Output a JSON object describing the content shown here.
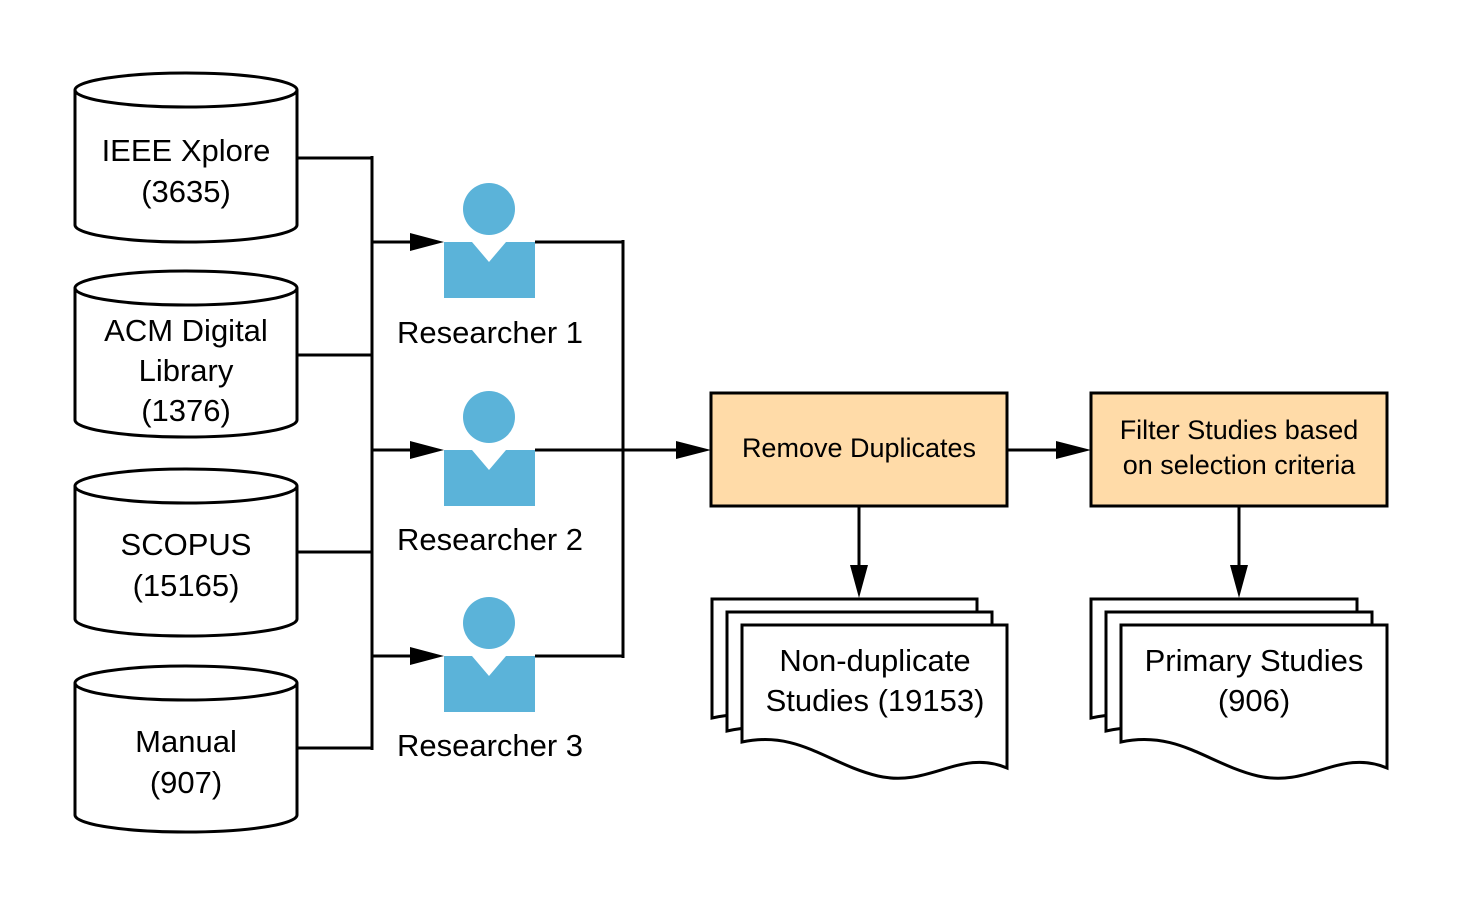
{
  "databases": [
    {
      "line1": "IEEE Xplore",
      "line2": "(3635)"
    },
    {
      "line1": "ACM Digital",
      "line2": "Library",
      "line3": "(1376)"
    },
    {
      "line1": "SCOPUS",
      "line2": "(15165)"
    },
    {
      "line1": "Manual",
      "line2": "(907)"
    }
  ],
  "researchers": [
    {
      "label": "Researcher 1",
      "icon": "person-icon"
    },
    {
      "label": "Researcher 2",
      "icon": "person-icon"
    },
    {
      "label": "Researcher 3",
      "icon": "person-icon"
    }
  ],
  "processes": {
    "remove_duplicates": {
      "line1": "Remove Duplicates"
    },
    "filter_studies": {
      "line1": "Filter Studies based",
      "line2": "on selection criteria"
    }
  },
  "outputs": {
    "non_duplicate": {
      "line1": "Non-duplicate",
      "line2": "Studies (19153)"
    },
    "primary": {
      "line1": "Primary Studies",
      "line2": "(906)"
    }
  },
  "colors": {
    "process_fill": "#FFDBA8",
    "person_fill": "#5BB3D9",
    "stroke": "#000000"
  }
}
